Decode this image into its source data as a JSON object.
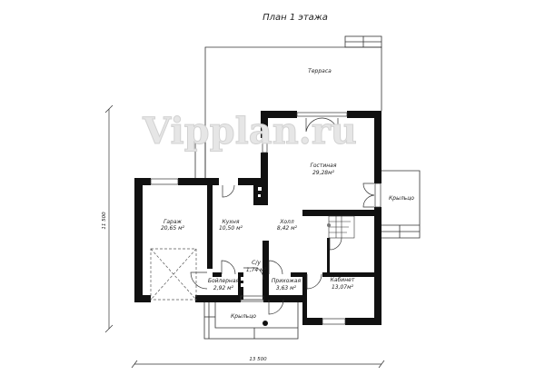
{
  "title": "План 1 этажа",
  "watermark": "Vipplan.ru",
  "rooms": [
    {
      "name": "Терраса",
      "area": ""
    },
    {
      "name": "Гостиная",
      "area": "29,28м²"
    },
    {
      "name": "Крыльцо",
      "area": ""
    },
    {
      "name": "Гараж",
      "area": "20,65 м²"
    },
    {
      "name": "Кухня",
      "area": "10,50 м²"
    },
    {
      "name": "Холл",
      "area": "8,42 м²"
    },
    {
      "name": "С/у",
      "area": "1,74 м²"
    },
    {
      "name": "Бойлерная",
      "area": "2,92 м²"
    },
    {
      "name": "Прихожая",
      "area": "3,63 м²"
    },
    {
      "name": "Кабинет",
      "area": "13,07м²"
    },
    {
      "name": "Крыльцо",
      "area": ""
    }
  ],
  "dimensions": {
    "width": "13 500",
    "height": "11 500"
  }
}
